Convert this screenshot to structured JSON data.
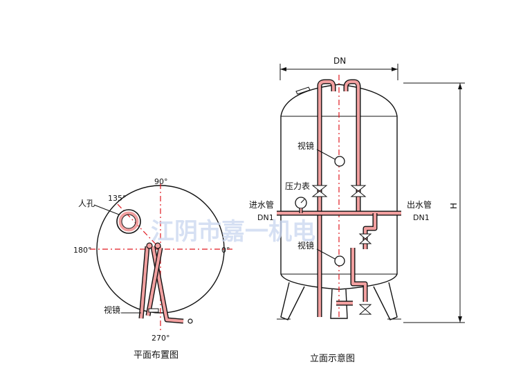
{
  "plan_view": {
    "caption": "平面布置图",
    "angle_90": "90°",
    "angle_135": "135°",
    "angle_180": "180°",
    "angle_0": "0°",
    "angle_270": "270°",
    "manhole_label": "人孔",
    "sight_glass_label": "视镜"
  },
  "elevation_view": {
    "caption": "立面示意图",
    "diameter_label": "DN",
    "height_label": "H",
    "sight_glass_upper_label": "视镜",
    "sight_glass_lower_label": "视镜",
    "pressure_gauge_label": "压力表",
    "inlet_label": "进水管",
    "inlet_size": "DN1",
    "outlet_label": "出水管",
    "outlet_size": "DN1"
  },
  "watermark": {
    "text": "江阴市嘉一机电"
  },
  "colors": {
    "centerline": "#e0181f",
    "pipe_fill": "#f2a0a0",
    "outline": "#111111",
    "watermark": "#c9d6f0"
  }
}
